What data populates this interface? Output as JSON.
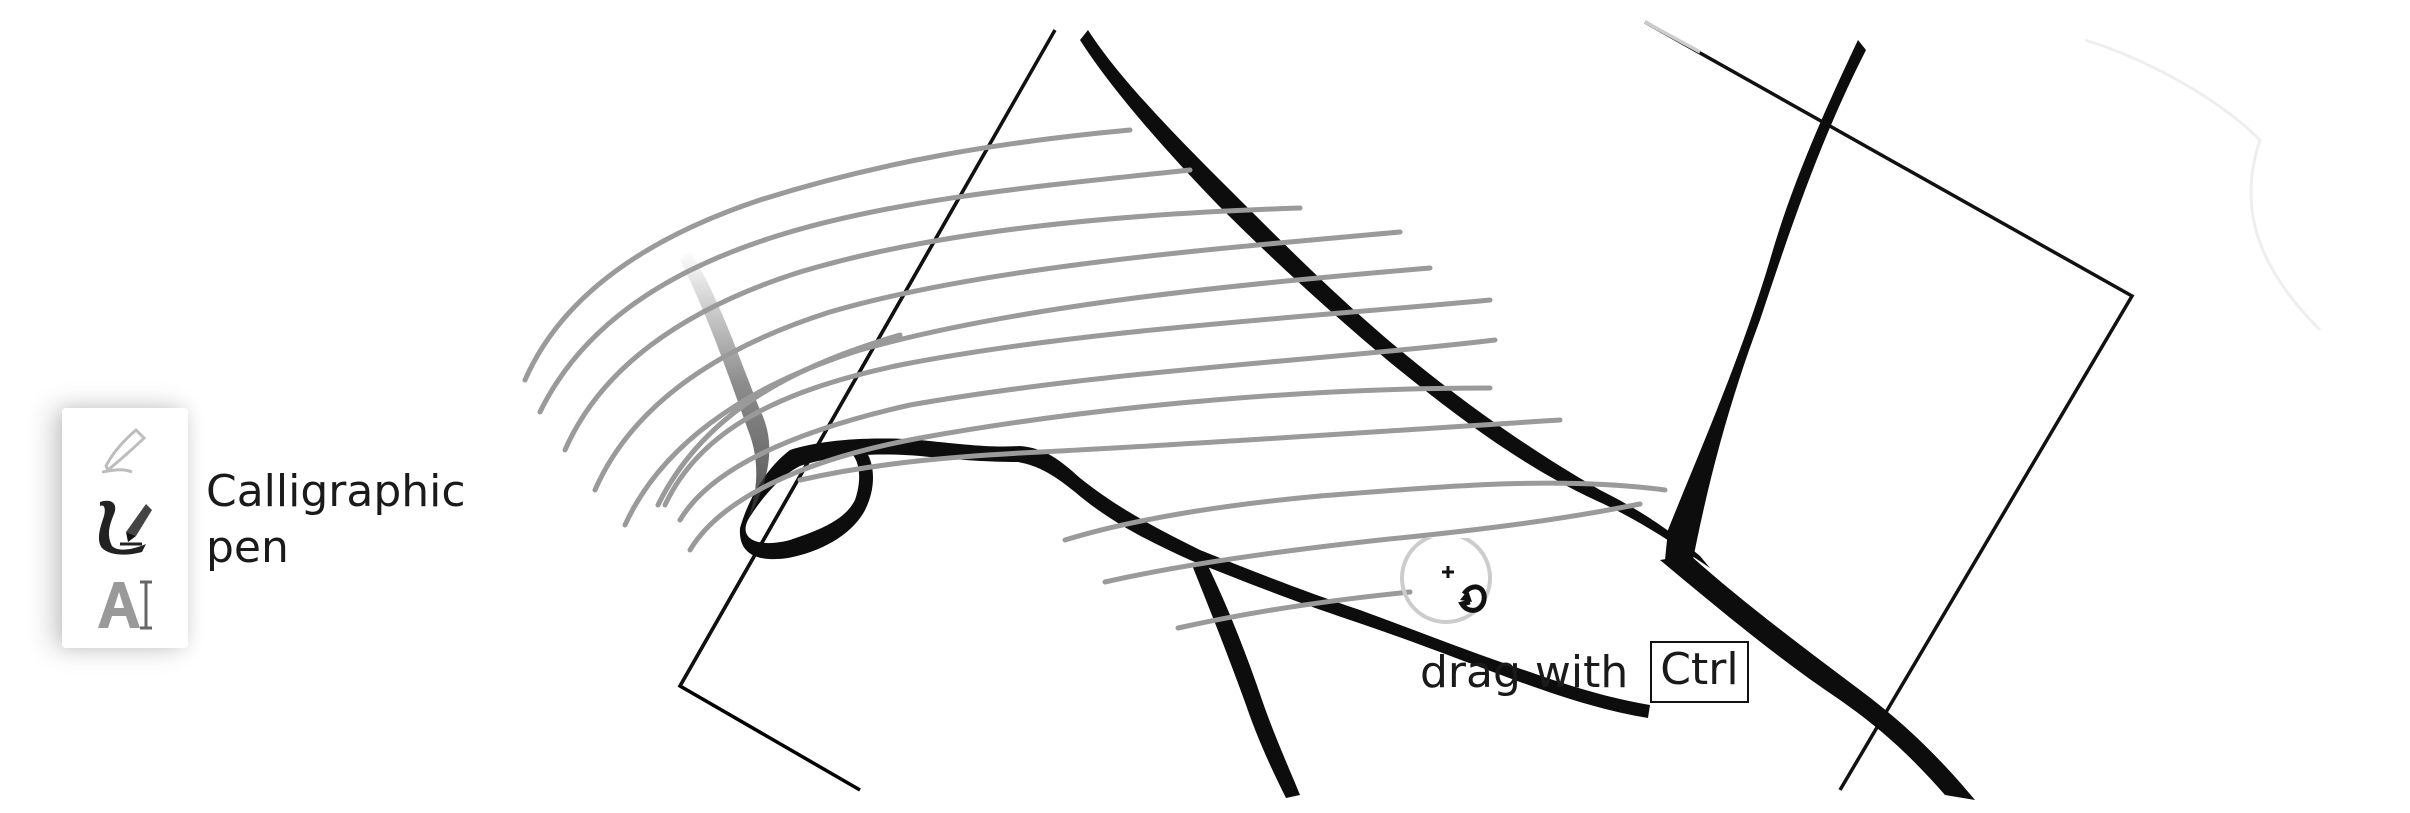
{
  "tool_label": "Calligraphic pen",
  "hint": {
    "text": "drag with",
    "key": "Ctrl"
  },
  "toolbar": {
    "tools": [
      {
        "name": "pencil-tool-icon",
        "state": "previous"
      },
      {
        "name": "calligraphic-pen-icon",
        "state": "active"
      },
      {
        "name": "text-tool-icon",
        "state": "next"
      }
    ]
  },
  "colors": {
    "stroke_gray": "#9a9a9a",
    "stroke_black": "#111111",
    "background": "#ffffff"
  }
}
